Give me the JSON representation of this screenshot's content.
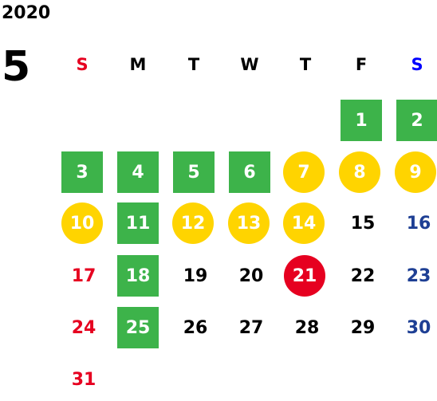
{
  "year": "2020",
  "month": "5",
  "weekdays": [
    "S",
    "M",
    "T",
    "W",
    "T",
    "F",
    "S"
  ],
  "days": [
    {
      "label": "1",
      "style": "green"
    },
    {
      "label": "2",
      "style": "green"
    },
    {
      "label": "3",
      "style": "green"
    },
    {
      "label": "4",
      "style": "green"
    },
    {
      "label": "5",
      "style": "green"
    },
    {
      "label": "6",
      "style": "green"
    },
    {
      "label": "7",
      "style": "yellow"
    },
    {
      "label": "8",
      "style": "yellow"
    },
    {
      "label": "9",
      "style": "yellow"
    },
    {
      "label": "10",
      "style": "yellow"
    },
    {
      "label": "11",
      "style": "green"
    },
    {
      "label": "12",
      "style": "yellow"
    },
    {
      "label": "13",
      "style": "yellow"
    },
    {
      "label": "14",
      "style": "yellow"
    },
    {
      "label": "15",
      "style": "plain"
    },
    {
      "label": "16",
      "style": "plain"
    },
    {
      "label": "17",
      "style": "plain"
    },
    {
      "label": "18",
      "style": "green"
    },
    {
      "label": "19",
      "style": "plain"
    },
    {
      "label": "20",
      "style": "plain"
    },
    {
      "label": "21",
      "style": "red"
    },
    {
      "label": "22",
      "style": "plain"
    },
    {
      "label": "23",
      "style": "plain"
    },
    {
      "label": "24",
      "style": "plain"
    },
    {
      "label": "25",
      "style": "green"
    },
    {
      "label": "26",
      "style": "plain"
    },
    {
      "label": "27",
      "style": "plain"
    },
    {
      "label": "28",
      "style": "plain"
    },
    {
      "label": "29",
      "style": "plain"
    },
    {
      "label": "30",
      "style": "plain"
    },
    {
      "label": "31",
      "style": "plain"
    }
  ],
  "colors": {
    "green": "#3db34a",
    "yellow": "#ffd400",
    "red": "#e60020",
    "sunday_text": "#e60020",
    "saturday_text": "#1e3f94",
    "saturday_header": "#0000ff"
  }
}
